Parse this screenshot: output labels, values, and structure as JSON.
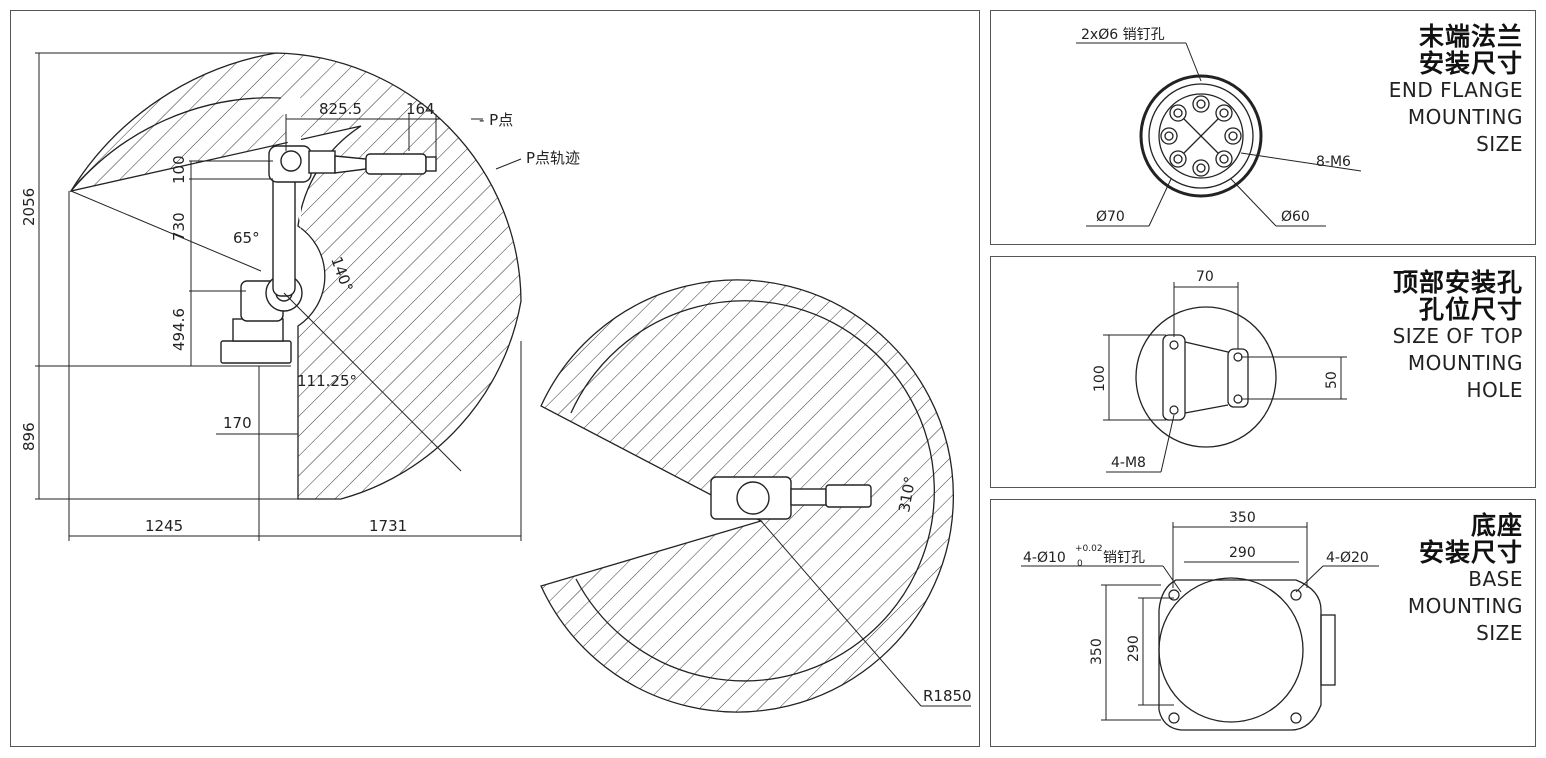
{
  "workspace": {
    "dims": {
      "d825": "825.5",
      "d164": "164",
      "d100": "100",
      "d730": "730",
      "d494": "494.6",
      "d2056": "2056",
      "d896": "896",
      "d170": "170",
      "d1245": "1245",
      "d1731": "1731",
      "a65": "65°",
      "a140": "140°",
      "a111": "111.25°",
      "a310": "310°",
      "r1850": "R1850"
    },
    "labels": {
      "p_point": "- P点",
      "p_path": "P点轨迹"
    }
  },
  "flange": {
    "title_zh_1": "末端法兰",
    "title_zh_2": "安装尺寸",
    "title_en_1": "END FLANGE",
    "title_en_2": "MOUNTING",
    "title_en_3": "SIZE",
    "pin": "2xØ6 销钉孔",
    "m6": "8-M6",
    "d70": "Ø70",
    "d60": "Ø60"
  },
  "top": {
    "title_zh_1": "顶部安装孔",
    "title_zh_2": "孔位尺寸",
    "title_en_1": "SIZE OF TOP",
    "title_en_2": "MOUNTING",
    "title_en_3": "HOLE",
    "d70": "70",
    "d100": "100",
    "d50": "50",
    "m8": "4-M8"
  },
  "base": {
    "title_zh_1": "底座",
    "title_zh_2": "安装尺寸",
    "title_en_1": "BASE",
    "title_en_2": "MOUNTING",
    "title_en_3": "SIZE",
    "d350h": "350",
    "d290h": "290",
    "d350v": "350",
    "d290v": "290",
    "pin_prefix": "4-Ø10",
    "pin_sup": "+0.02",
    "pin_sub": "0",
    "pin_suffix": "销钉孔",
    "hole20": "4-Ø20"
  }
}
